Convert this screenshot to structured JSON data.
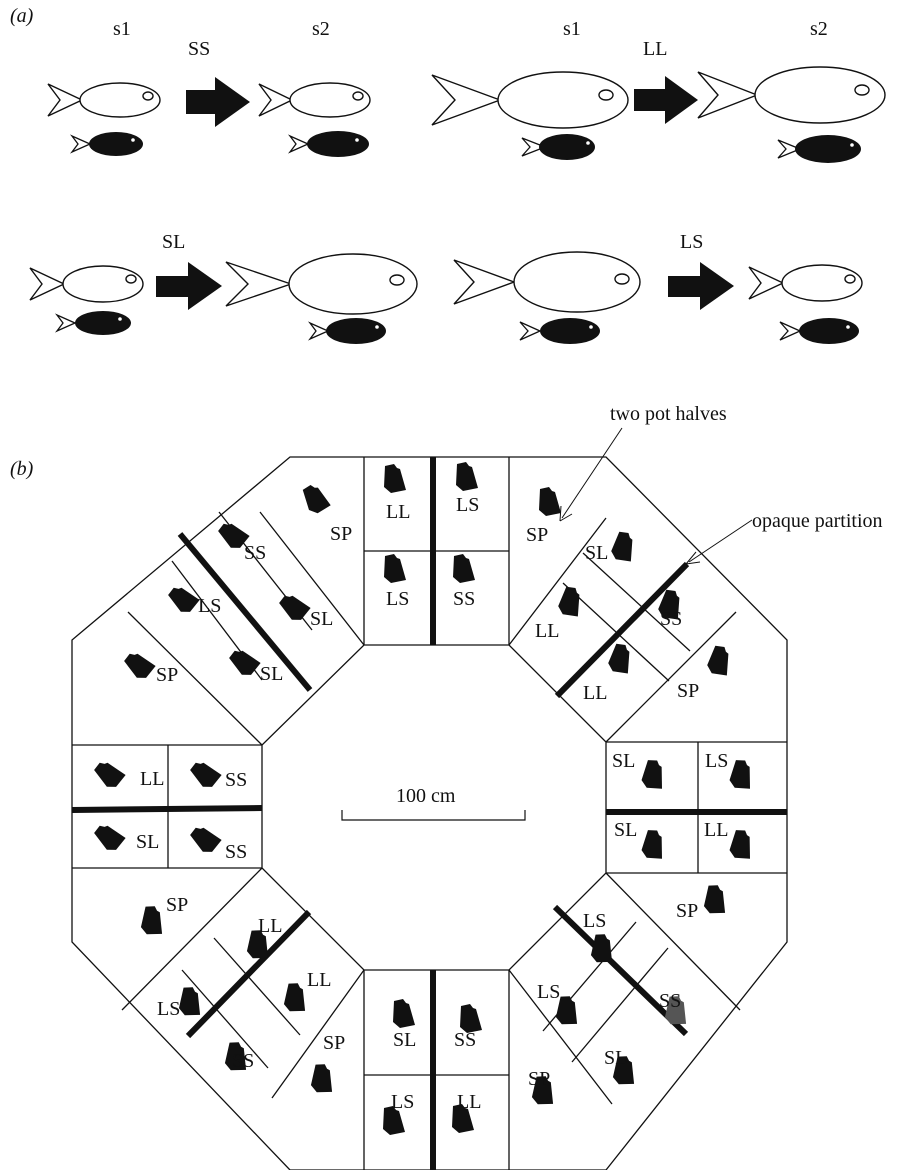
{
  "panel_a": {
    "label": "(a)",
    "rows": [
      {
        "pairs": [
          {
            "s1": "s1",
            "s2": "s2",
            "treatment": "SS",
            "before": "small",
            "after": "small"
          },
          {
            "s1": "s1",
            "s2": "s2",
            "treatment": "LL",
            "before": "large",
            "after": "large"
          }
        ]
      },
      {
        "pairs": [
          {
            "s1": "",
            "s2": "",
            "treatment": "SL",
            "before": "small",
            "after": "large"
          },
          {
            "s1": "",
            "s2": "",
            "treatment": "LS",
            "before": "large",
            "after": "small"
          }
        ]
      }
    ]
  },
  "panel_b": {
    "label": "(b)",
    "annotations": {
      "pot": "two pot halves",
      "partition": "opaque partition"
    },
    "scale": "100 cm",
    "labels": {
      "top": [
        "LL",
        "LS",
        "LS",
        "SS"
      ],
      "top_right": [
        "SL",
        "SS",
        "LL",
        "LL"
      ],
      "right": [
        "SL",
        "LS",
        "SL",
        "LL"
      ],
      "bottom_right": [
        "LS",
        "SS",
        "LS",
        "SL"
      ],
      "bottom": [
        "SL",
        "SS",
        "LS",
        "LL"
      ],
      "bottom_left": [
        "LL",
        "LL",
        "LS",
        "SS"
      ],
      "left": [
        "LL",
        "SS",
        "SL",
        "SS"
      ],
      "top_left": [
        "SS",
        "LS",
        "SL",
        "SL"
      ],
      "sp": "SP"
    }
  },
  "colors": {
    "ink": "#111111",
    "grey_pot": "#555555"
  }
}
